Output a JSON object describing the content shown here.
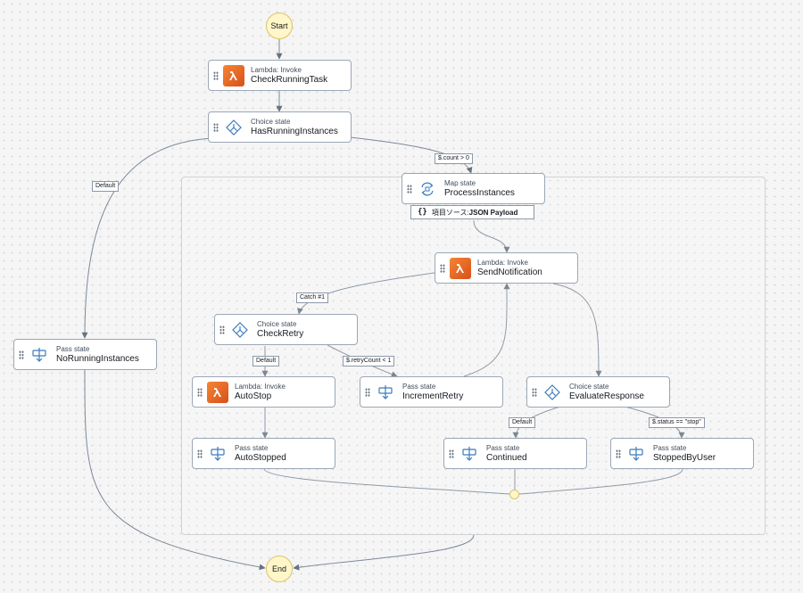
{
  "terminals": {
    "start": "Start",
    "end": "End"
  },
  "states": {
    "check_running_task": {
      "type": "Lambda: Invoke",
      "name": "CheckRunningTask"
    },
    "has_running_instances": {
      "type": "Choice state",
      "name": "HasRunningInstances"
    },
    "no_running_instances": {
      "type": "Pass state",
      "name": "NoRunningInstances"
    },
    "process_instances": {
      "type": "Map state",
      "name": "ProcessInstances"
    },
    "send_notification": {
      "type": "Lambda: Invoke",
      "name": "SendNotification"
    },
    "check_retry": {
      "type": "Choice state",
      "name": "CheckRetry"
    },
    "auto_stop": {
      "type": "Lambda: Invoke",
      "name": "AutoStop"
    },
    "increment_retry": {
      "type": "Pass state",
      "name": "IncrementRetry"
    },
    "evaluate_response": {
      "type": "Choice state",
      "name": "EvaluateResponse"
    },
    "auto_stopped": {
      "type": "Pass state",
      "name": "AutoStopped"
    },
    "continued": {
      "type": "Pass state",
      "name": "Continued"
    },
    "stopped_by_user": {
      "type": "Pass state",
      "name": "StoppedByUser"
    }
  },
  "edge_labels": {
    "default_main": "Default",
    "count_gt_zero": "$.count > 0",
    "catch_1": "Catch #1",
    "default_retry": "Default",
    "retry_count_lt_1": "$.retryCount < 1",
    "default_evaluate": "Default",
    "status_stop": "$.status == \"stop\""
  },
  "item_source": {
    "prefix": "項目ソース: ",
    "value": "JSON Payload"
  },
  "icons": {
    "lambda": "lambda-icon",
    "choice": "choice-icon",
    "pass": "pass-icon",
    "map": "map-icon"
  },
  "colors": {
    "lambda_orange": "#e8711f",
    "terminal_fill": "#fff6c9",
    "icon_blue": "#3b7bbf",
    "edge": "#7d8998"
  }
}
